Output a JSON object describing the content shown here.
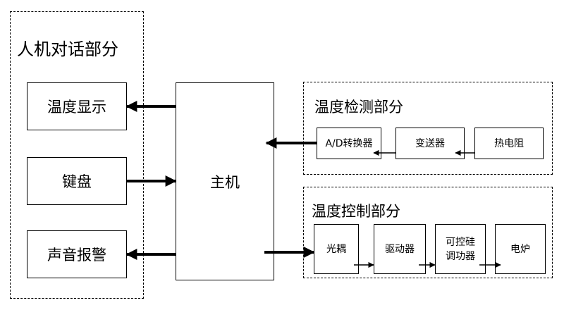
{
  "groups": {
    "hmi": "人机对话部分",
    "detect": "温度检测部分",
    "control": "温度控制部分"
  },
  "blocks": {
    "display": "温度显示",
    "keyboard": "键盘",
    "alarm": "声音报警",
    "host": "主机",
    "adc": "A/D转换器",
    "transmitter": "变送器",
    "thermistor": "热电阻",
    "optocoupler": "光耦",
    "driver": "驱动器",
    "scr_line1": "可控硅",
    "scr_line2": "调功器",
    "furnace": "电炉"
  }
}
